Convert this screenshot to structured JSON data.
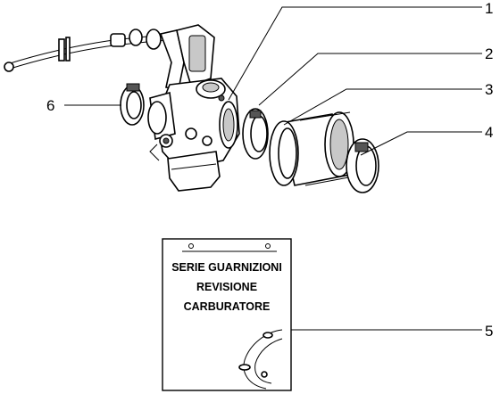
{
  "callouts": {
    "c1": "1",
    "c2": "2",
    "c3": "3",
    "c4": "4",
    "c5": "5",
    "c6": "6"
  },
  "kit_card": {
    "line1": "SERIE GUARNIZIONI",
    "line2": "REVISIONE",
    "line3": "CARBURATORE"
  }
}
